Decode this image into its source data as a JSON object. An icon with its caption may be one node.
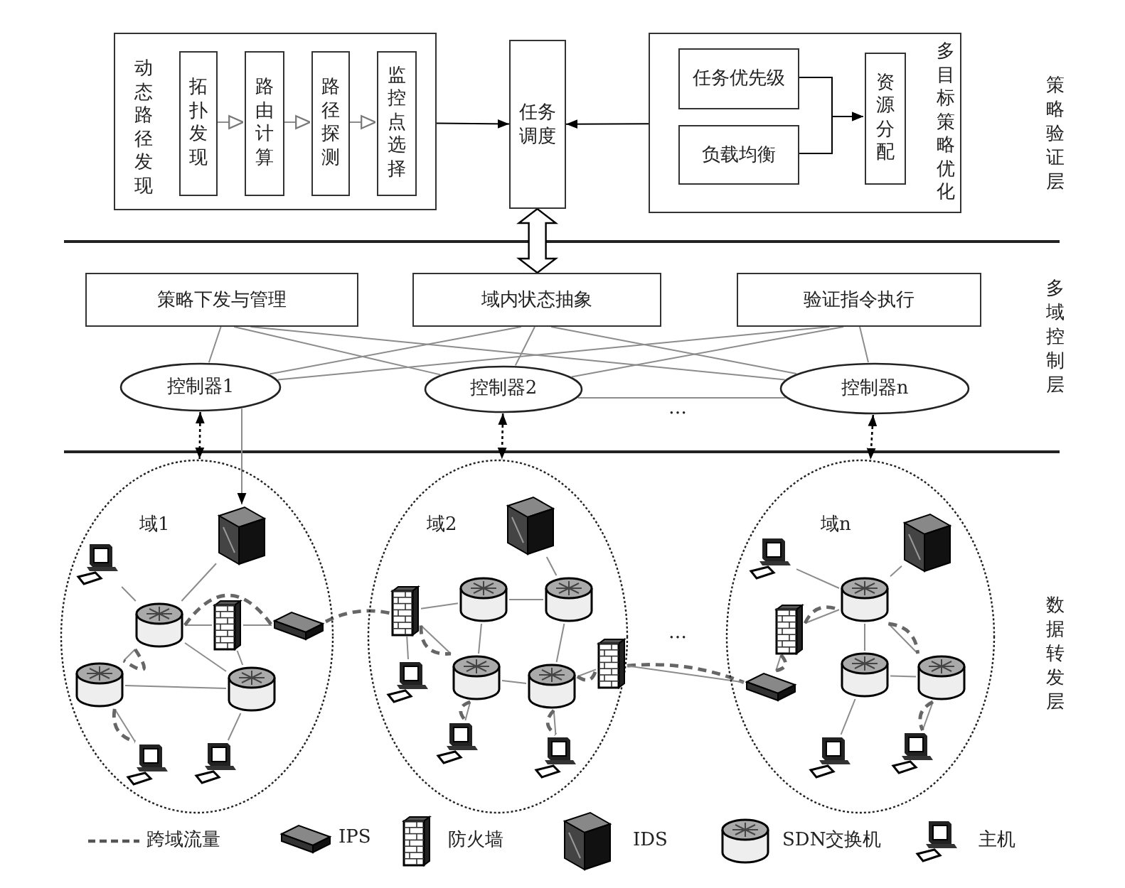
{
  "diagram": {
    "nodes": [
      {
        "text": [
          "动态路径发现"
        ]
      },
      {
        "text": [
          "拓扑发现"
        ],
        "in": 0
      },
      {
        "text": [
          "路由计算"
        ],
        "in": 0
      },
      {
        "text": [
          "路径探测"
        ],
        "in": 0
      },
      {
        "text": [
          "监控点选择"
        ],
        "in": 0
      },
      {
        "text": [
          "任务调度"
        ]
      },
      {
        "text": [
          "多目标策略优化"
        ]
      },
      {
        "text": [
          "任务优先级"
        ],
        "in": 6
      },
      {
        "text": [
          "负载均衡"
        ],
        "in": 6
      },
      {
        "text": [
          "资源分配"
        ],
        "in": 6
      },
      {
        "text": [
          "策略下发与管理"
        ]
      },
      {
        "text": [
          "域内状态抽象"
        ]
      },
      {
        "text": [
          "验证指令执行"
        ]
      },
      {
        "text": [
          "控制器1"
        ]
      },
      {
        "text": [
          "控制器2"
        ]
      },
      {
        "text": [
          "控制器n"
        ]
      },
      {
        "text": [
          "域1"
        ]
      },
      {
        "text": [
          "域2"
        ]
      },
      {
        "text": [
          "域n"
        ]
      },
      {
        "text": [],
        "shape": "picture",
        "in": 16
      },
      {
        "text": [],
        "shape": "picture",
        "in": 16
      },
      {
        "text": [],
        "shape": "cylinder",
        "in": 16
      },
      {
        "text": [],
        "shape": "picture",
        "in": 16
      },
      {
        "text": [],
        "shape": "picture",
        "in": 16
      },
      {
        "text": [],
        "shape": "cylinder",
        "in": 16
      },
      {
        "text": [],
        "shape": "cylinder",
        "in": 16
      },
      {
        "text": [],
        "shape": "picture",
        "in": 16
      },
      {
        "text": [],
        "shape": "picture",
        "in": 16
      },
      {
        "text": [],
        "shape": "picture",
        "in": 17
      },
      {
        "text": [],
        "shape": "picture",
        "in": 17
      },
      {
        "text": [],
        "shape": "cylinder",
        "in": 17
      },
      {
        "text": [],
        "shape": "cylinder",
        "in": 17
      },
      {
        "text": [],
        "shape": "picture",
        "in": 17
      },
      {
        "text": [],
        "shape": "cylinder",
        "in": 17
      },
      {
        "text": [],
        "shape": "cylinder",
        "in": 17
      },
      {
        "text": [],
        "shape": "picture",
        "in": 17
      },
      {
        "text": [],
        "shape": "picture",
        "in": 17
      },
      {
        "text": [],
        "shape": "picture",
        "in": 17
      },
      {
        "text": [],
        "shape": "picture",
        "in": 18
      },
      {
        "text": [],
        "shape": "picture",
        "in": 18
      },
      {
        "text": [],
        "shape": "cylinder",
        "in": 18
      },
      {
        "text": [],
        "shape": "picture",
        "in": 18
      },
      {
        "text": [],
        "shape": "picture",
        "in": 18
      },
      {
        "text": [],
        "shape": "cylinder",
        "in": 18
      },
      {
        "text": [],
        "shape": "cylinder",
        "in": 18
      },
      {
        "text": [],
        "shape": "picture",
        "in": 18
      },
      {
        "text": [],
        "shape": "picture",
        "in": 18
      }
    ],
    "edges": [
      {
        "from": 1,
        "to": 2,
        "arrow": "to"
      },
      {
        "from": 2,
        "to": 3,
        "arrow": "to"
      },
      {
        "from": 3,
        "to": 4,
        "arrow": "to"
      },
      {
        "from": 0,
        "to": 5,
        "arrow": "to",
        "color": "#000000"
      },
      {
        "from": 6,
        "to": 5,
        "arrow": "to",
        "color": "#000000"
      },
      {
        "from": 7,
        "to": 9,
        "arrow": "to",
        "color": "#000000"
      },
      {
        "from": 8,
        "to": 9,
        "arrow": "to",
        "color": "#000000"
      },
      {
        "from": 5,
        "to": 11,
        "arrow": "both",
        "color": "#000000"
      },
      {
        "from": 10,
        "to": 13,
        "arrow": "none"
      },
      {
        "from": 10,
        "to": 14,
        "arrow": "none"
      },
      {
        "from": 10,
        "to": 15,
        "arrow": "none"
      },
      {
        "from": 11,
        "to": 13,
        "arrow": "none"
      },
      {
        "from": 11,
        "to": 14,
        "arrow": "none"
      },
      {
        "from": 11,
        "to": 15,
        "arrow": "none"
      },
      {
        "from": 12,
        "to": 13,
        "arrow": "none"
      },
      {
        "from": 12,
        "to": 14,
        "arrow": "none"
      },
      {
        "from": 12,
        "to": 15,
        "arrow": "none"
      },
      {
        "from": 14,
        "to": 15,
        "arrow": "none"
      },
      {
        "from": 13,
        "to": 16,
        "arrow": "both",
        "style": "dashed",
        "color": "#000000"
      },
      {
        "from": 14,
        "to": 17,
        "arrow": "both",
        "style": "dashed",
        "color": "#000000"
      },
      {
        "from": 15,
        "to": 18,
        "arrow": "both",
        "style": "dashed",
        "color": "#000000"
      },
      {
        "from": 13,
        "to": 20,
        "arrow": "to"
      },
      {
        "from": 19,
        "to": 21,
        "arrow": "none"
      },
      {
        "from": 20,
        "to": 21,
        "arrow": "none"
      },
      {
        "from": 21,
        "to": 22,
        "arrow": "none"
      },
      {
        "from": 22,
        "to": 23,
        "arrow": "none"
      },
      {
        "from": 21,
        "to": 24,
        "arrow": "none"
      },
      {
        "from": 21,
        "to": 25,
        "arrow": "none"
      },
      {
        "from": 24,
        "to": 25,
        "arrow": "none"
      },
      {
        "from": 22,
        "to": 25,
        "arrow": "none"
      },
      {
        "from": 24,
        "to": 26,
        "arrow": "none"
      },
      {
        "from": 25,
        "to": 27,
        "arrow": "none"
      },
      {
        "from": 21,
        "to": 23,
        "arrow": "none",
        "style": "dashed",
        "color": "#666666"
      },
      {
        "from": 21,
        "to": 24,
        "arrow": "none",
        "style": "dashed",
        "color": "#666666"
      },
      {
        "from": 24,
        "to": 26,
        "arrow": "none",
        "style": "dashed",
        "color": "#666666"
      },
      {
        "from": 23,
        "to": 29,
        "arrow": "none",
        "style": "dashed",
        "color": "#666666"
      },
      {
        "from": 28,
        "to": 31,
        "arrow": "none"
      },
      {
        "from": 29,
        "to": 30,
        "arrow": "none"
      },
      {
        "from": 30,
        "to": 31,
        "arrow": "none"
      },
      {
        "from": 29,
        "to": 33,
        "arrow": "none"
      },
      {
        "from": 29,
        "to": 32,
        "arrow": "none"
      },
      {
        "from": 30,
        "to": 33,
        "arrow": "none"
      },
      {
        "from": 31,
        "to": 34,
        "arrow": "none"
      },
      {
        "from": 33,
        "to": 34,
        "arrow": "none"
      },
      {
        "from": 33,
        "to": 36,
        "arrow": "none"
      },
      {
        "from": 34,
        "to": 37,
        "arrow": "none"
      },
      {
        "from": 34,
        "to": 35,
        "arrow": "none"
      },
      {
        "from": 29,
        "to": 33,
        "arrow": "none",
        "style": "dashed",
        "color": "#666666"
      },
      {
        "from": 33,
        "to": 36,
        "arrow": "none",
        "style": "dashed",
        "color": "#666666"
      },
      {
        "from": 34,
        "to": 35,
        "arrow": "none",
        "style": "dashed",
        "color": "#666666"
      },
      {
        "from": 34,
        "to": 37,
        "arrow": "none",
        "style": "dashed",
        "color": "#666666"
      },
      {
        "from": 35,
        "to": 42,
        "arrow": "none",
        "style": "dashed",
        "color": "#666666"
      },
      {
        "from": 35,
        "to": 42,
        "arrow": "none"
      },
      {
        "from": 38,
        "to": 40,
        "arrow": "none"
      },
      {
        "from": 39,
        "to": 40,
        "arrow": "none"
      },
      {
        "from": 41,
        "to": 40,
        "arrow": "none"
      },
      {
        "from": 40,
        "to": 43,
        "arrow": "none"
      },
      {
        "from": 40,
        "to": 44,
        "arrow": "none"
      },
      {
        "from": 43,
        "to": 44,
        "arrow": "none"
      },
      {
        "from": 43,
        "to": 45,
        "arrow": "none"
      },
      {
        "from": 44,
        "to": 46,
        "arrow": "none"
      },
      {
        "from": 41,
        "to": 42,
        "arrow": "none"
      },
      {
        "from": 41,
        "to": 40,
        "arrow": "none",
        "style": "dashed",
        "color": "#666666"
      },
      {
        "from": 41,
        "to": 42,
        "arrow": "none",
        "style": "dashed",
        "color": "#666666"
      },
      {
        "from": 40,
        "to": 44,
        "arrow": "none",
        "style": "dashed",
        "color": "#666666"
      },
      {
        "from": 44,
        "to": 46,
        "arrow": "none",
        "style": "dashed",
        "color": "#666666"
      }
    ],
    "labels": [
      "策略验证层",
      "多域控制层",
      "…",
      "数据转发层",
      "…"
    ],
    "legend": [
      {
        "text": "跨域流量"
      },
      {
        "text": "IPS"
      },
      {
        "text": "防火墙"
      },
      {
        "text": "IDS"
      },
      {
        "text": "SDN交换机"
      },
      {
        "text": "主机"
      }
    ]
  }
}
